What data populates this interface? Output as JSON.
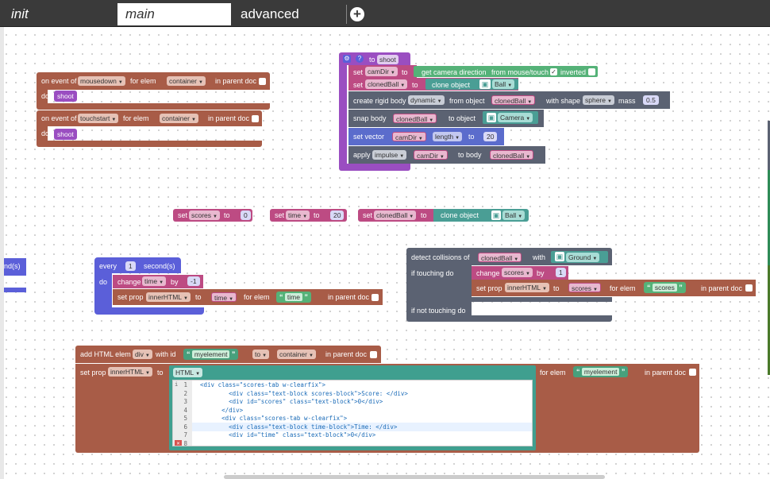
{
  "tabs": [
    {
      "label": "init"
    },
    {
      "label": "main"
    },
    {
      "label": "advanced"
    }
  ],
  "add_tab_label": "+",
  "blocks": {
    "on_mousedown": {
      "prefix": "on event of",
      "event": "mousedown",
      "for_elem": "for elem",
      "elem": "container",
      "in_parent": "in parent doc",
      "do": "do",
      "call": "shoot"
    },
    "on_touchstart": {
      "prefix": "on event of",
      "event": "touchstart",
      "for_elem": "for elem",
      "elem": "container",
      "in_parent": "in parent doc",
      "do": "do",
      "call": "shoot"
    },
    "fn_shoot": {
      "to": "to",
      "name": "shoot",
      "set1": {
        "set": "set",
        "var": "camDir",
        "to": "to",
        "value": "get camera direction",
        "from": "from mouse/touch",
        "inverted": "inverted"
      },
      "set2": {
        "set": "set",
        "var": "clonedBall",
        "to": "to",
        "value": "clone object",
        "obj": "Ball"
      },
      "rigid": {
        "label": "create rigid body",
        "kind": "dynamic",
        "from": "from object",
        "obj": "clonedBall",
        "shape_label": "with shape",
        "shape": "sphere",
        "mass_label": "mass",
        "mass": "0.5"
      },
      "snap": {
        "label": "snap body",
        "obj": "clonedBall",
        "to": "to object",
        "target": "Camera"
      },
      "vec": {
        "label": "set vector",
        "var": "camDir",
        "prop": "length",
        "to": "to",
        "value": "20"
      },
      "apply": {
        "label": "apply",
        "kind": "impulse",
        "var": "camDir",
        "to": "to body",
        "body": "clonedBall"
      }
    },
    "set_scores": {
      "set": "set",
      "var": "scores",
      "to": "to",
      "value": "0"
    },
    "set_time": {
      "set": "set",
      "var": "time",
      "to": "to",
      "value": "20"
    },
    "set_cloned": {
      "set": "set",
      "var": "clonedBall",
      "to": "to",
      "value": "clone object",
      "obj": "Ball"
    },
    "left_partial": {
      "label": "nd(s)"
    },
    "every": {
      "every": "every",
      "n": "1",
      "unit": "second(s)",
      "do": "do",
      "change": "change",
      "var": "time",
      "by": "by",
      "delta": "-1",
      "setprop": "set prop",
      "prop": "innerHTML",
      "to": "to",
      "valvar": "time",
      "for_elem": "for elem",
      "elem": "time",
      "in_parent": "in parent doc"
    },
    "collide": {
      "detect": "detect collisions of",
      "obj": "clonedBall",
      "with": "with",
      "target": "Ground",
      "if_touching": "if touching do",
      "change": "change",
      "var": "scores",
      "by": "by",
      "delta": "1",
      "setprop": "set prop",
      "prop": "innerHTML",
      "to": "to",
      "valvar": "scores",
      "for_elem": "for elem",
      "elem": "scores",
      "in_parent": "in parent doc",
      "if_not": "if not touching do"
    },
    "add_html": {
      "label": "add HTML elem",
      "tag": "div",
      "with_id": "with id",
      "id": "myelement",
      "to": "to",
      "parent": "container",
      "in_parent": "in parent doc",
      "setprop": "set prop",
      "prop": "innerHTML",
      "to2": "to",
      "type": "HTML",
      "for_elem": "for elem",
      "elem": "myelement",
      "in_parent2": "in parent doc"
    }
  },
  "editor": {
    "lines": [
      {
        "n": "1",
        "text": "<div class=\"scores-tab w-clearfix\">"
      },
      {
        "n": "2",
        "text": "        <div class=\"text-block scores-block\">Score: </div>"
      },
      {
        "n": "3",
        "text": "        <div id=\"scores\" class=\"text-block\">0</div>"
      },
      {
        "n": "4",
        "text": "      </div>"
      },
      {
        "n": "5",
        "text": "      <div class=\"scores-tab w-clearfix\">"
      },
      {
        "n": "6",
        "text": "        <div class=\"text-block time-block\">Time: </div>"
      },
      {
        "n": "7",
        "text": "        <div id=\"time\" class=\"text-block\">0</div>"
      },
      {
        "n": "8",
        "text": ""
      }
    ]
  },
  "colors": {
    "event": "#a85c47",
    "function": "#9a4ec1",
    "variable": "#bd4b83",
    "loop": "#5b5fd9",
    "physics": "#5b6272",
    "html": "#55b278",
    "object": "#4a9e95"
  }
}
